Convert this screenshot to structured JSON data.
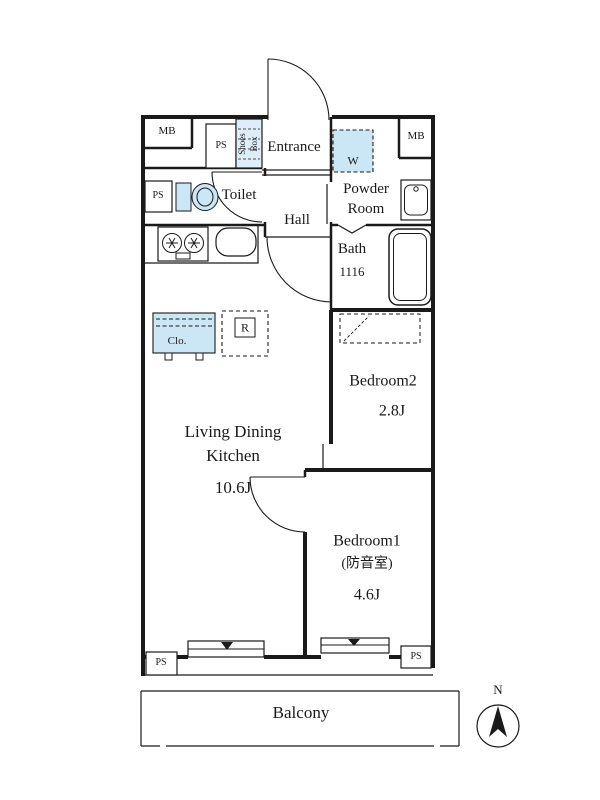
{
  "colors": {
    "wall": "#1a1a1a",
    "fixture": "#cbe6f4"
  },
  "rooms": {
    "entrance": "Entrance",
    "hall": "Hall",
    "toilet": "Toilet",
    "powder1": "Powder",
    "powder2": "Room",
    "bath": "Bath",
    "bath_size": "1116",
    "ldk1": "Living Dining",
    "ldk2": "Kitchen",
    "ldk_size": "10.6J",
    "bedroom2": "Bedroom2",
    "bedroom2_size": "2.8J",
    "bedroom1": "Bedroom1",
    "bedroom1_note": "(防音室)",
    "bedroom1_size": "4.6J",
    "balcony": "Balcony"
  },
  "fixtures": {
    "mb_left": "MB",
    "mb_right": "MB",
    "ps_top": "PS",
    "ps_toilet": "PS",
    "ps_bottom_left": "PS",
    "ps_bottom_right": "PS",
    "shoes1": "Shoes",
    "shoes2": "Box",
    "washer": "W",
    "closet": "Clo.",
    "fridge": "R"
  },
  "compass": {
    "north": "N"
  }
}
